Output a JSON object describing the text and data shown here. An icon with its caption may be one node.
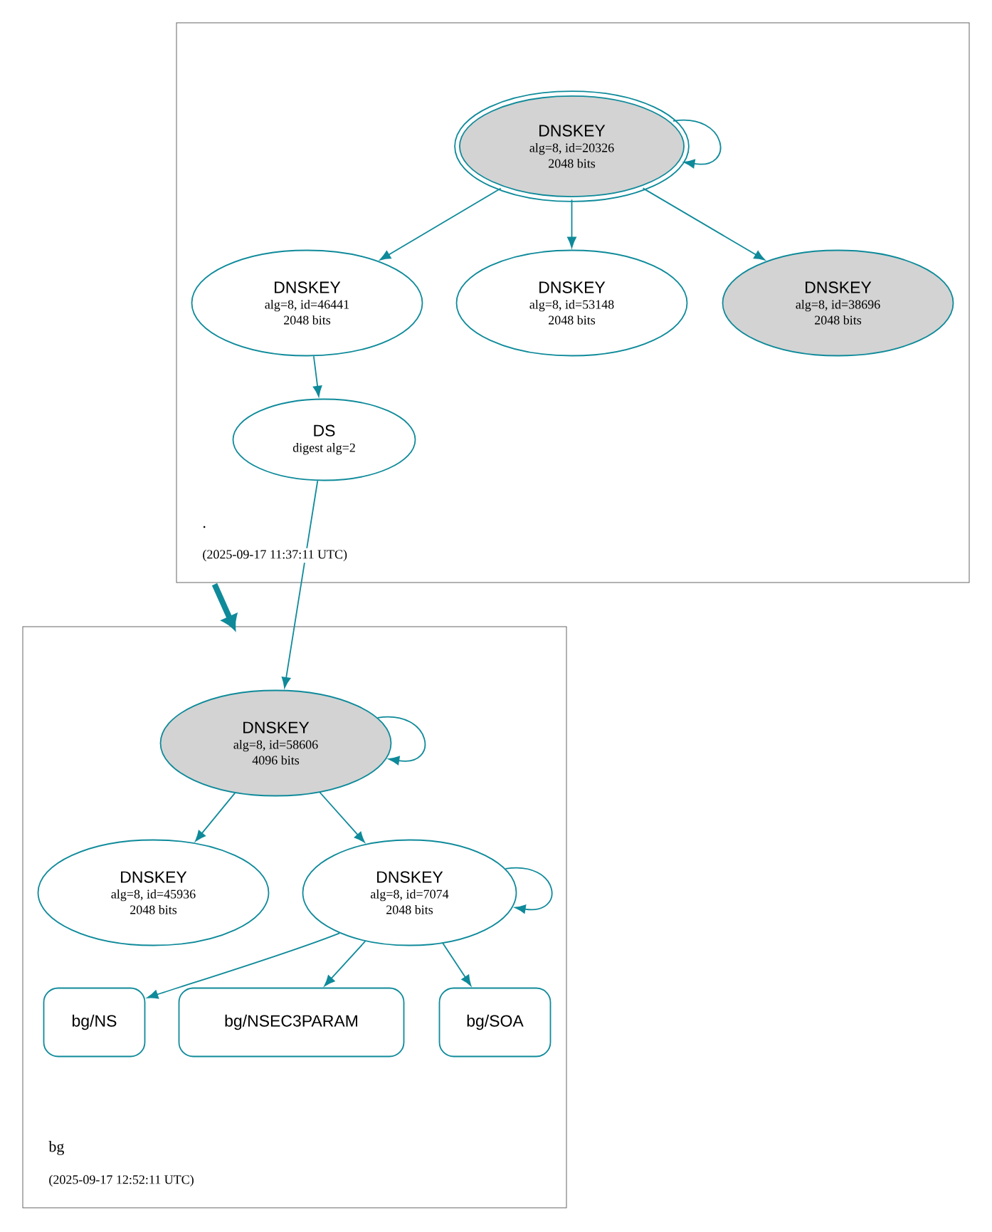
{
  "diagram": {
    "nodes": [
      {
        "text": [
          ".",
          "(2025-09-17 11:37:11 UTC)"
        ]
      },
      {
        "text": [
          "DNSKEY",
          "alg=8, id=20326",
          "2048 bits"
        ],
        "in": 0
      },
      {
        "text": [
          "DNSKEY",
          "alg=8, id=46441",
          "2048 bits"
        ],
        "in": 0
      },
      {
        "text": [
          "DNSKEY",
          "alg=8, id=53148",
          "2048 bits"
        ],
        "in": 0
      },
      {
        "text": [
          "DNSKEY",
          "alg=8, id=38696",
          "2048 bits"
        ],
        "in": 0
      },
      {
        "text": [
          "DS",
          "digest alg=2"
        ],
        "in": 0
      },
      {
        "text": [
          "bg",
          "(2025-09-17 12:52:11 UTC)"
        ]
      },
      {
        "text": [
          "DNSKEY",
          "alg=8, id=58606",
          "4096 bits"
        ],
        "in": 6
      },
      {
        "text": [
          "DNSKEY",
          "alg=8, id=45936",
          "2048 bits"
        ],
        "in": 6
      },
      {
        "text": [
          "DNSKEY",
          "alg=8, id=7074",
          "2048 bits"
        ],
        "in": 6
      },
      {
        "text": [
          "bg/NS"
        ],
        "in": 6
      },
      {
        "text": [
          "bg/NSEC3PARAM"
        ],
        "in": 6
      },
      {
        "text": [
          "bg/SOA"
        ],
        "in": 6
      }
    ],
    "edges": [
      {
        "from": 1,
        "to": 1,
        "arrow": "to"
      },
      {
        "from": 1,
        "to": 2,
        "arrow": "to"
      },
      {
        "from": 1,
        "to": 3,
        "arrow": "to"
      },
      {
        "from": 1,
        "to": 4,
        "arrow": "to"
      },
      {
        "from": 2,
        "to": 5,
        "arrow": "to"
      },
      {
        "from": 5,
        "to": 7,
        "arrow": "to"
      },
      {
        "from": 0,
        "to": 6,
        "arrow": "to",
        "style": "thick"
      },
      {
        "from": 7,
        "to": 7,
        "arrow": "to"
      },
      {
        "from": 7,
        "to": 8,
        "arrow": "to"
      },
      {
        "from": 7,
        "to": 9,
        "arrow": "to"
      },
      {
        "from": 9,
        "to": 9,
        "arrow": "to"
      },
      {
        "from": 9,
        "to": 10,
        "arrow": "to"
      },
      {
        "from": 9,
        "to": 11,
        "arrow": "to"
      },
      {
        "from": 9,
        "to": 12,
        "arrow": "to"
      }
    ]
  }
}
